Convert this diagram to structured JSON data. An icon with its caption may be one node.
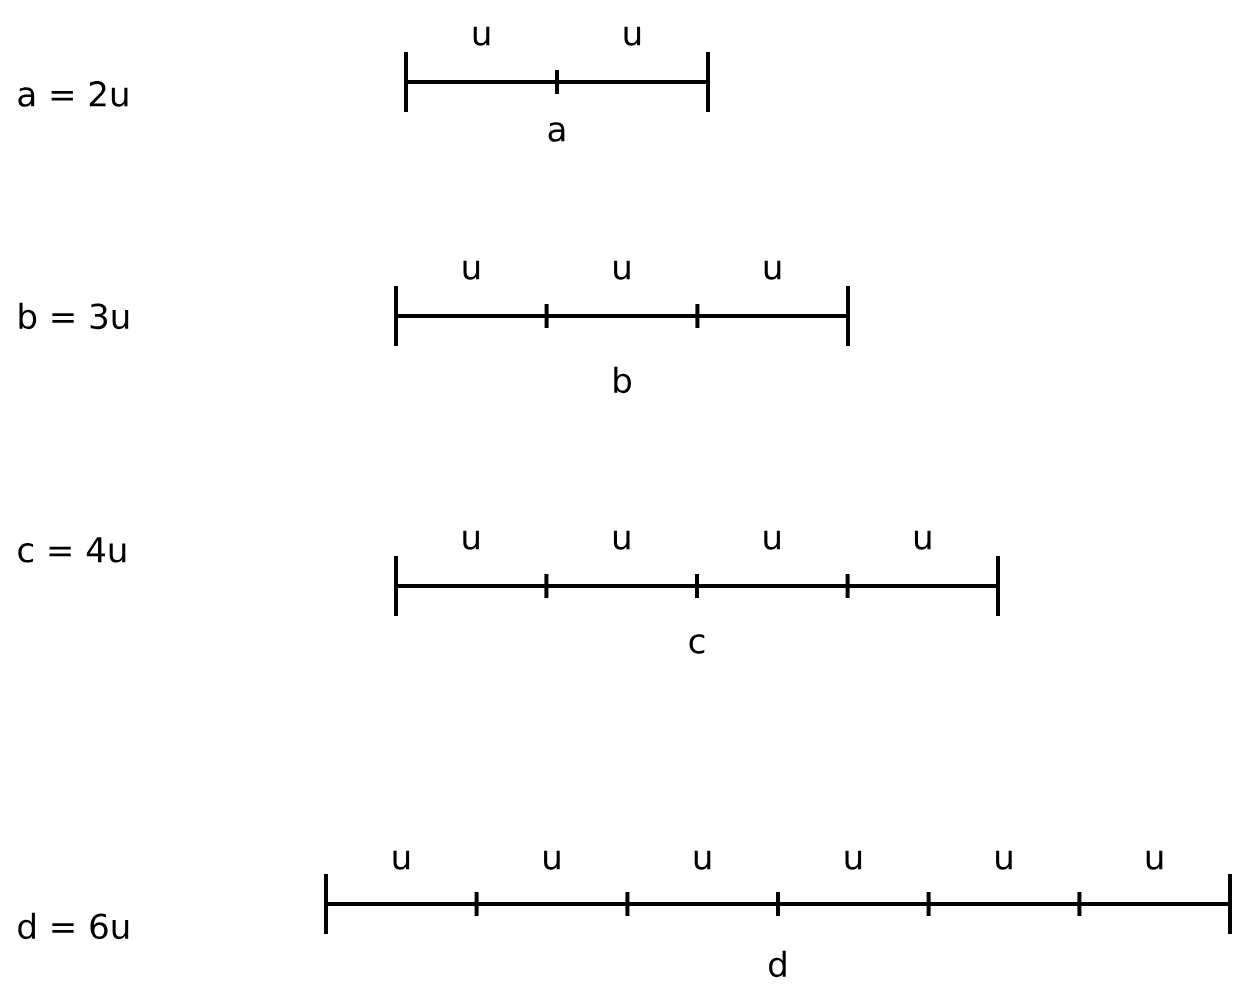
{
  "diagram": {
    "labels": [
      "a = 2u",
      "u",
      "u",
      "a",
      "b = 3u",
      "u",
      "u",
      "u",
      "b",
      "c = 4u",
      "u",
      "u",
      "u",
      "u",
      "c",
      "d = 6u",
      "u",
      "u",
      "u",
      "u",
      "u",
      "u",
      "d"
    ]
  }
}
